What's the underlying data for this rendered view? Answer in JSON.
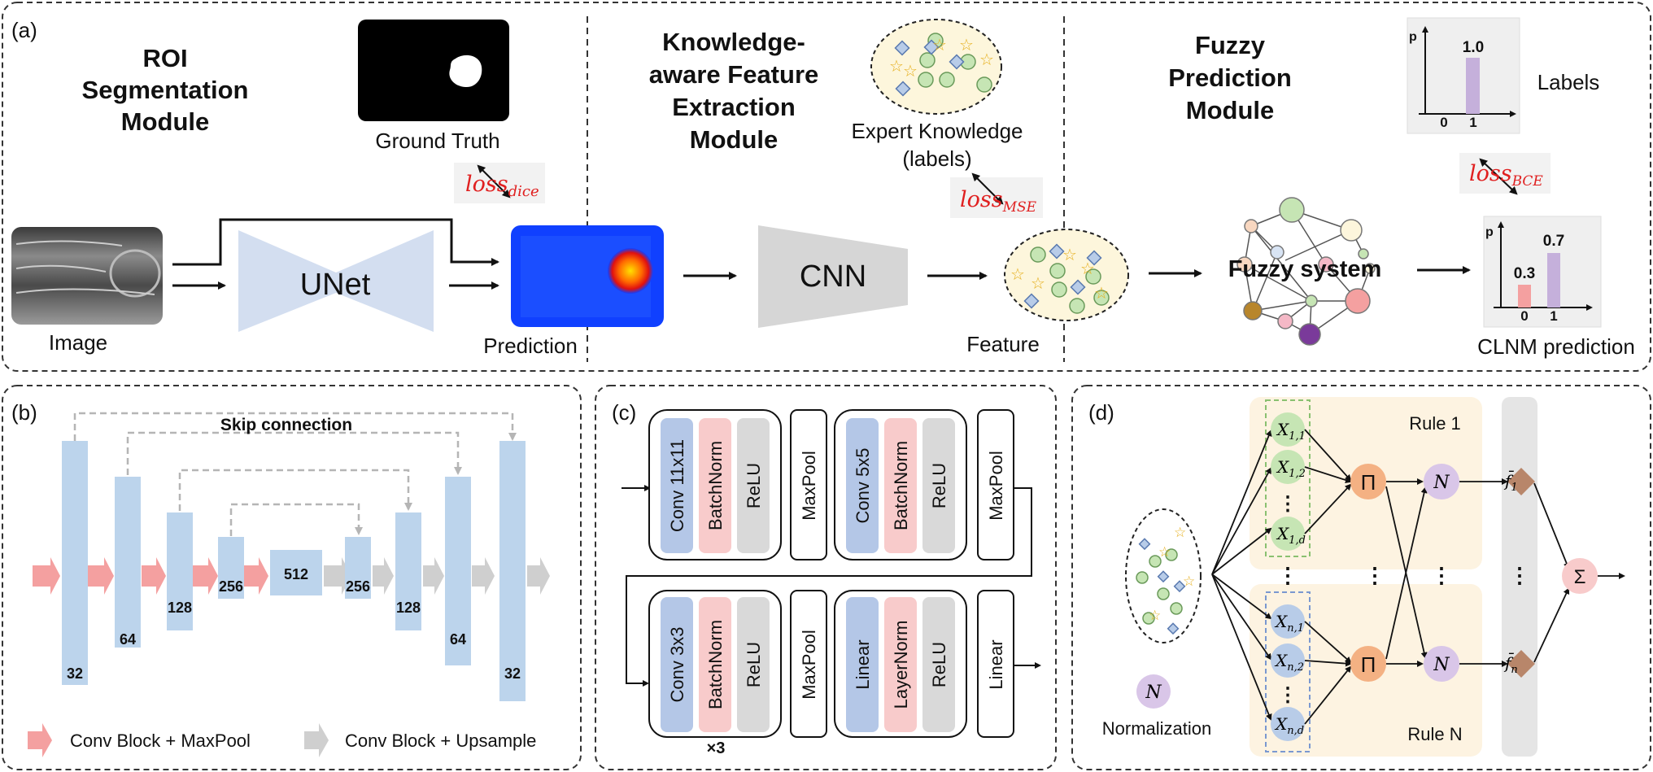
{
  "panel_a": {
    "label": "(a)",
    "roi_title": [
      "ROI",
      "Segmentation",
      "Module"
    ],
    "ground_truth": "Ground Truth",
    "image": "Image",
    "unet": "UNet",
    "prediction": "Prediction",
    "loss_dice": {
      "base": "loss",
      "sub": "dice"
    },
    "kfe_title": [
      "Knowledge-",
      "aware Feature",
      "Extraction",
      "Module"
    ],
    "expert_knowledge": [
      "Expert Knowledge",
      "(labels)"
    ],
    "loss_mse": {
      "base": "loss",
      "sub": "MSE"
    },
    "cnn": "CNN",
    "feature": "Feature",
    "fuzzy_title": [
      "Fuzzy",
      "Prediction",
      "Module"
    ],
    "fuzzy_system": "Fuzzy system",
    "labels": "Labels",
    "labels_chart": {
      "p_axis": "p",
      "value": "1.0",
      "ticks": [
        "0",
        "1"
      ]
    },
    "loss_bce": {
      "base": "loss",
      "sub": "BCE"
    },
    "pred_chart": {
      "p_axis": "p",
      "values": [
        "0.3",
        "0.7"
      ],
      "ticks": [
        "0",
        "1"
      ]
    },
    "clnm_prediction": "CLNM prediction"
  },
  "panel_b": {
    "label": "(b)",
    "skip_connection": "Skip connection",
    "channels": [
      "32",
      "64",
      "128",
      "256",
      "512",
      "256",
      "128",
      "64",
      "32"
    ],
    "legend_maxpool": "Conv Block + MaxPool",
    "legend_upsample": "Conv Block + Upsample"
  },
  "panel_c": {
    "label": "(c)",
    "row1": [
      "Conv 11x11",
      "BatchNorm",
      "ReLU",
      "MaxPool",
      "Conv 5x5",
      "BatchNorm",
      "ReLU",
      "MaxPool"
    ],
    "row2": [
      "Conv 3x3",
      "BatchNorm",
      "ReLU",
      "MaxPool",
      "Linear",
      "LayerNorm",
      "ReLU",
      "Linear"
    ],
    "repeat": "×3"
  },
  "panel_d": {
    "label": "(d)",
    "rule1": "Rule 1",
    "ruleN": "Rule N",
    "x1": [
      {
        "b": "X",
        "s": "1,1"
      },
      {
        "b": "X",
        "s": "1,2"
      },
      {
        "b": "X",
        "s": "1,d"
      }
    ],
    "xn": [
      {
        "b": "X",
        "s": "n,1"
      },
      {
        "b": "X",
        "s": "n,2"
      },
      {
        "b": "X",
        "s": "n,d"
      }
    ],
    "product": "Π",
    "norm": "N",
    "f1": {
      "b": "f̄",
      "s": "1"
    },
    "fn": {
      "b": "f̄",
      "s": "n"
    },
    "sum": "Σ",
    "normalization": "Normalization",
    "dots": "⋮"
  },
  "colors": {
    "blue_block": "#bcd4ec",
    "red_arrow": "#f4a0a0",
    "gray_arrow": "#cfcfcf",
    "conv_blue": "#b4c7e7",
    "norm_pink": "#f8cbcb",
    "relu_gray": "#d9d9d9",
    "green_node": "#c6e5b4",
    "blue_node": "#b8cce8",
    "orange_node": "#f4b183",
    "purple_node": "#d9c6e8",
    "rule_bg": "#fdf3e1",
    "loss_red": "#e02020"
  }
}
